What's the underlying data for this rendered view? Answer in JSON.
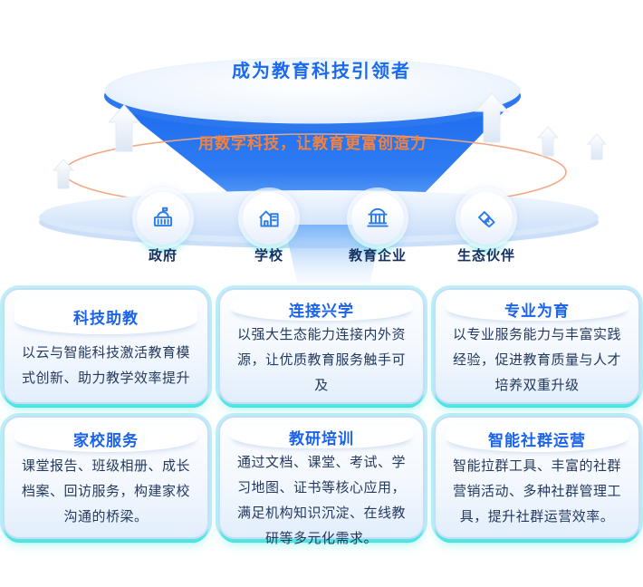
{
  "hero": {
    "title": "成为教育科技引领者",
    "subtitle": "用数字科技，让教育更富创造力",
    "audiences": [
      {
        "label": "政府",
        "icon": "government-icon"
      },
      {
        "label": "学校",
        "icon": "school-icon"
      },
      {
        "label": "教育企业",
        "icon": "enterprise-building-icon"
      },
      {
        "label": "生态伙伴",
        "icon": "handshake-icon"
      }
    ]
  },
  "cards": [
    {
      "title": "科技助教",
      "body": "以云与智能科技激活教育模式创新、助力教学效率提升"
    },
    {
      "title": "连接兴学",
      "body": "以强大生态能力连接内外资源，让优质教育服务触手可及"
    },
    {
      "title": "专业为育",
      "body": "以专业服务能力与丰富实践经验，促进教育质量与人才培养双重升级"
    },
    {
      "title": "家校服务",
      "body": "课堂报告、班级相册、成长档案、回访服务，构建家校沟通的桥梁。"
    },
    {
      "title": "教研培训",
      "body": "通过文档、课堂、考试、学习地图、证书等核心应用，满足机构知识沉淀、在线教研等多元化需求。"
    },
    {
      "title": "智能社群运营",
      "body": "智能拉群工具、丰富的社群营销活动、多种社群管理工具，提升社群运营效率。"
    }
  ],
  "colors": {
    "accent_blue": "#1a6af0",
    "funnel_blue": "#2f7cf2",
    "orange": "#f5823c",
    "cyan_glow": "#2fe8da",
    "icon_blue": "#2e7ce8",
    "text_navy": "#24395f"
  }
}
